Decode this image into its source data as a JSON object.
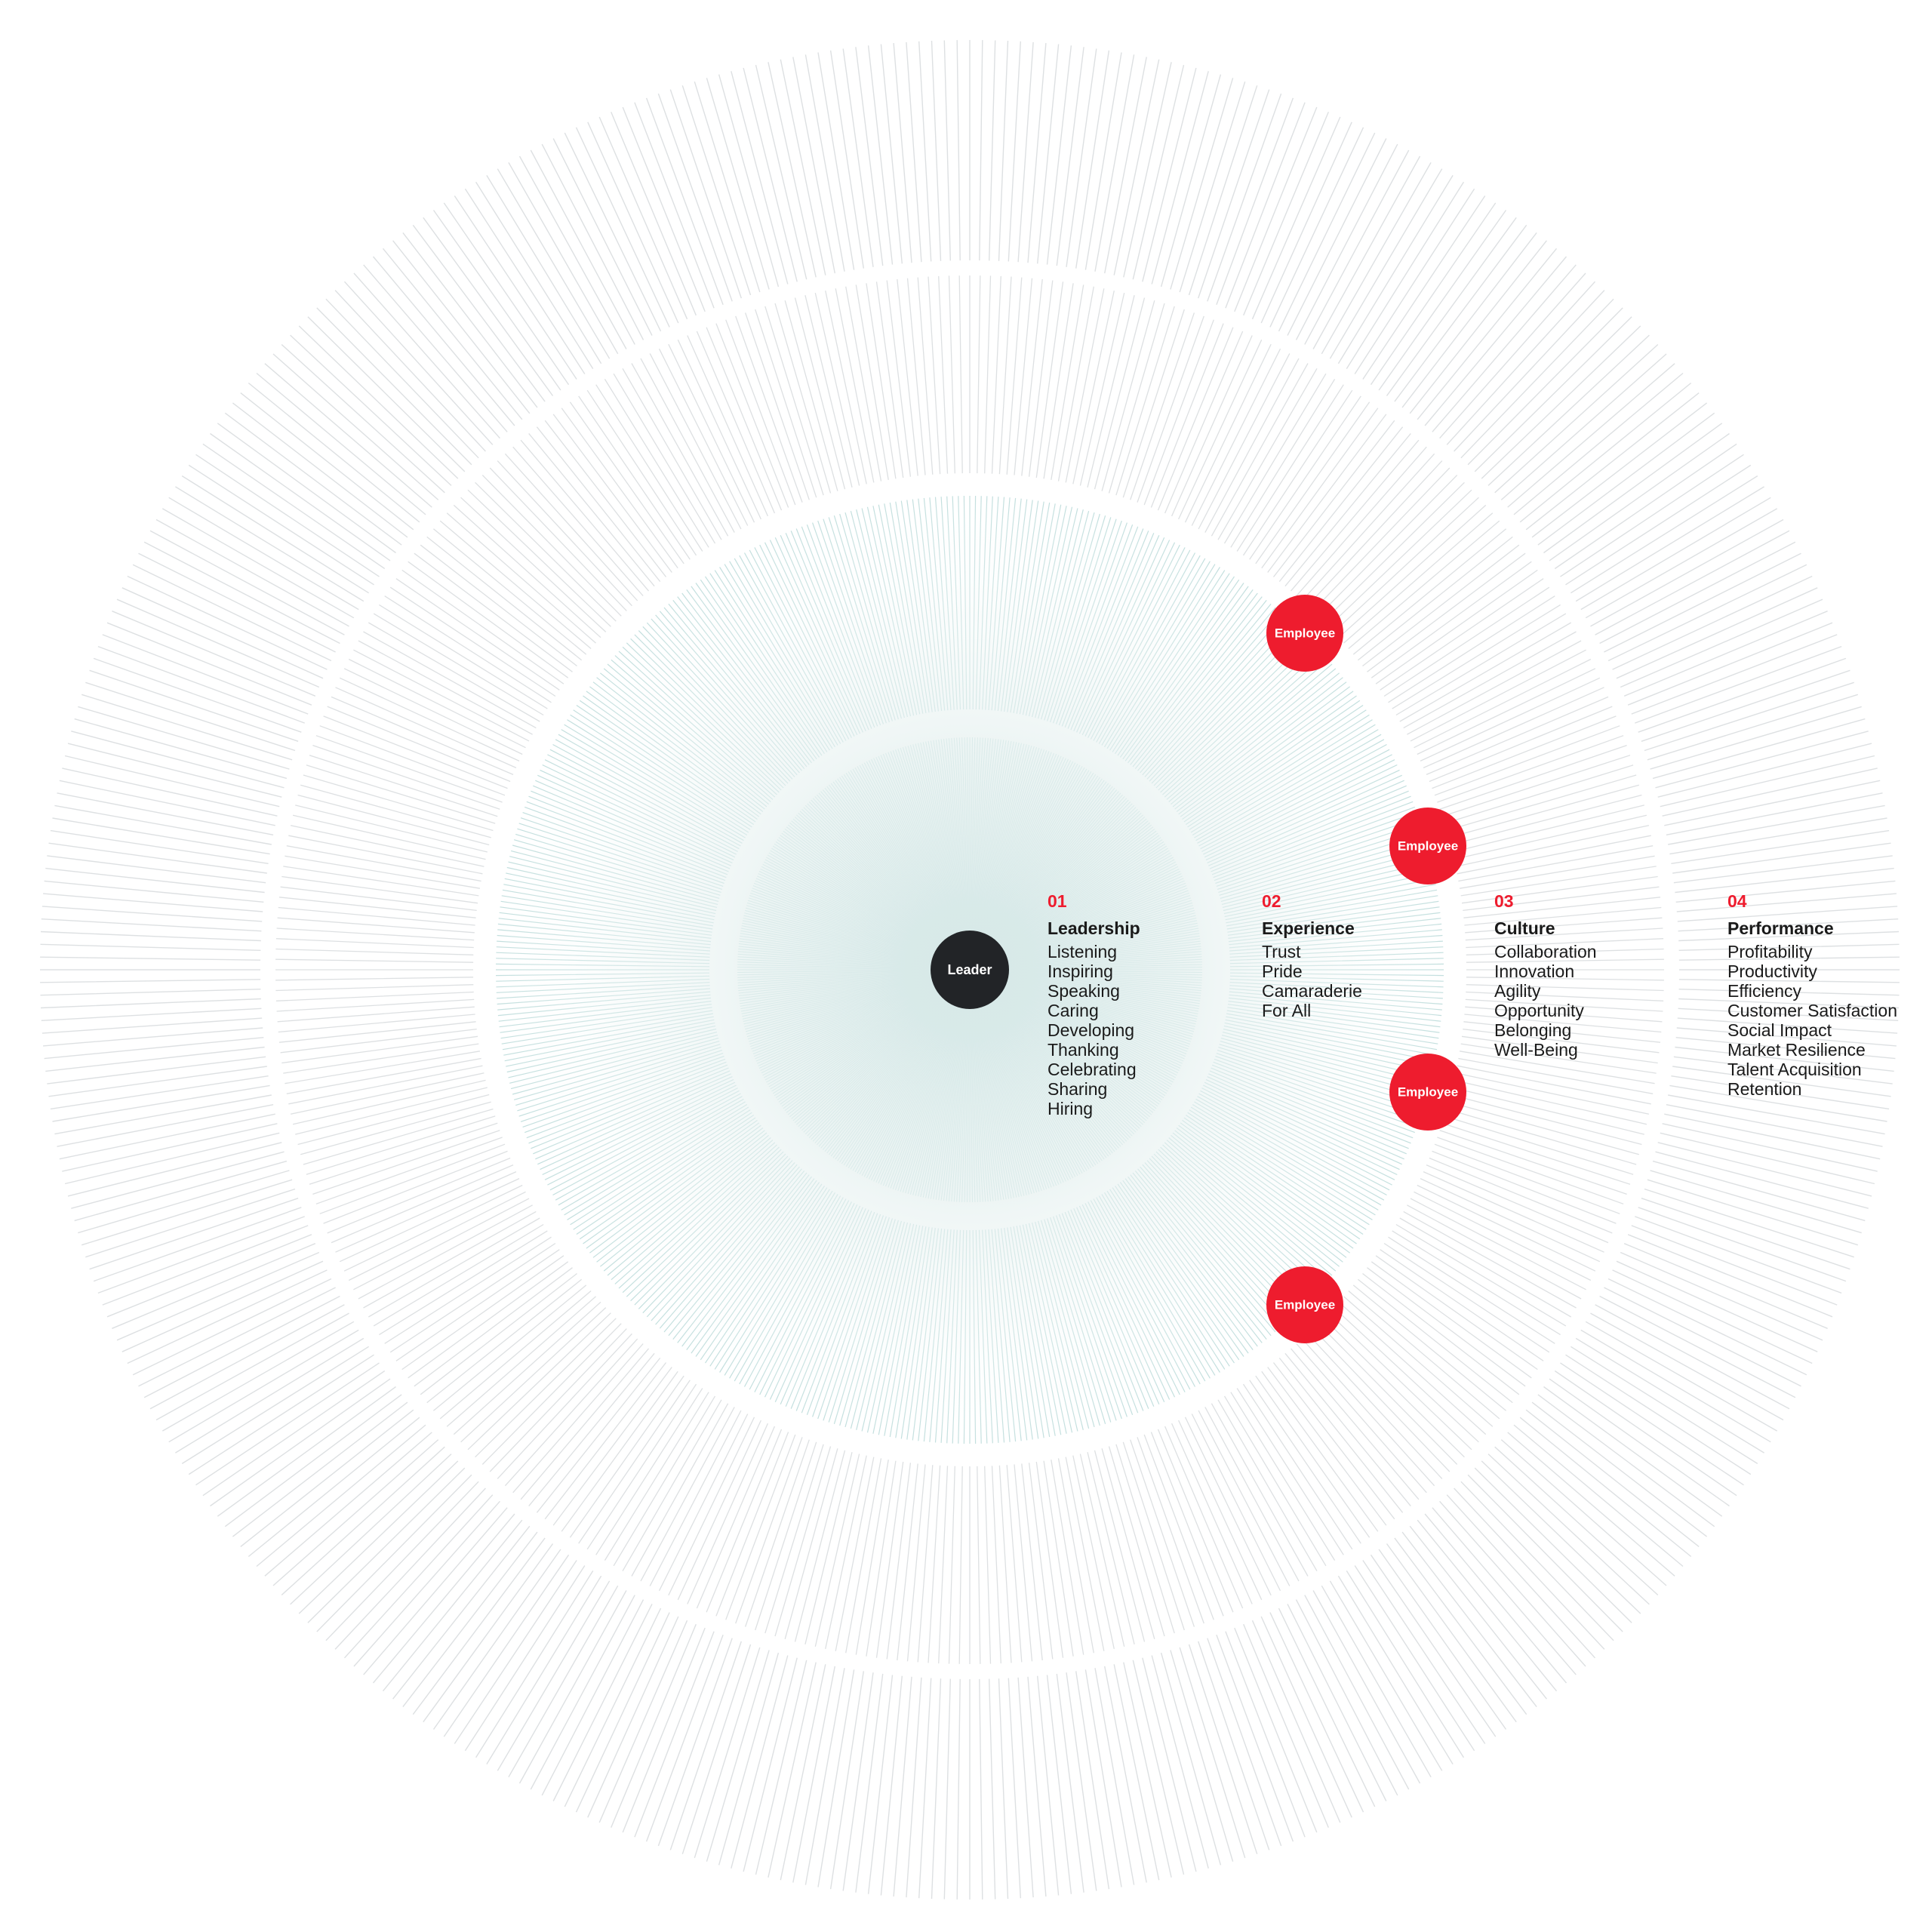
{
  "colors": {
    "accent": "#EE1C2E",
    "leader": "#222427",
    "inner_rays": "#bcdcda",
    "outer_rays": "#d9dddf",
    "text": "#1a1a1a"
  },
  "leader": {
    "label": "Leader"
  },
  "employees": [
    {
      "label": "Employee"
    },
    {
      "label": "Employee"
    },
    {
      "label": "Employee"
    },
    {
      "label": "Employee"
    }
  ],
  "columns": [
    {
      "number": "01",
      "title": "Leadership",
      "items": [
        "Listening",
        "Inspiring",
        "Speaking",
        "Caring",
        "Developing",
        "Thanking",
        "Celebrating",
        "Sharing",
        "Hiring"
      ]
    },
    {
      "number": "02",
      "title": "Experience",
      "items": [
        "Trust",
        "Pride",
        "Camaraderie",
        "For All"
      ]
    },
    {
      "number": "03",
      "title": "Culture",
      "items": [
        "Collaboration",
        "Innovation",
        "Agility",
        "Opportunity",
        "Belonging",
        "Well-Being"
      ]
    },
    {
      "number": "04",
      "title": "Performance",
      "items": [
        "Profitability",
        "Productivity",
        "Efficiency",
        "Customer Satisfaction",
        "Social Impact",
        "Market Resilience",
        "Talent Acquisition",
        "Retention"
      ]
    }
  ]
}
